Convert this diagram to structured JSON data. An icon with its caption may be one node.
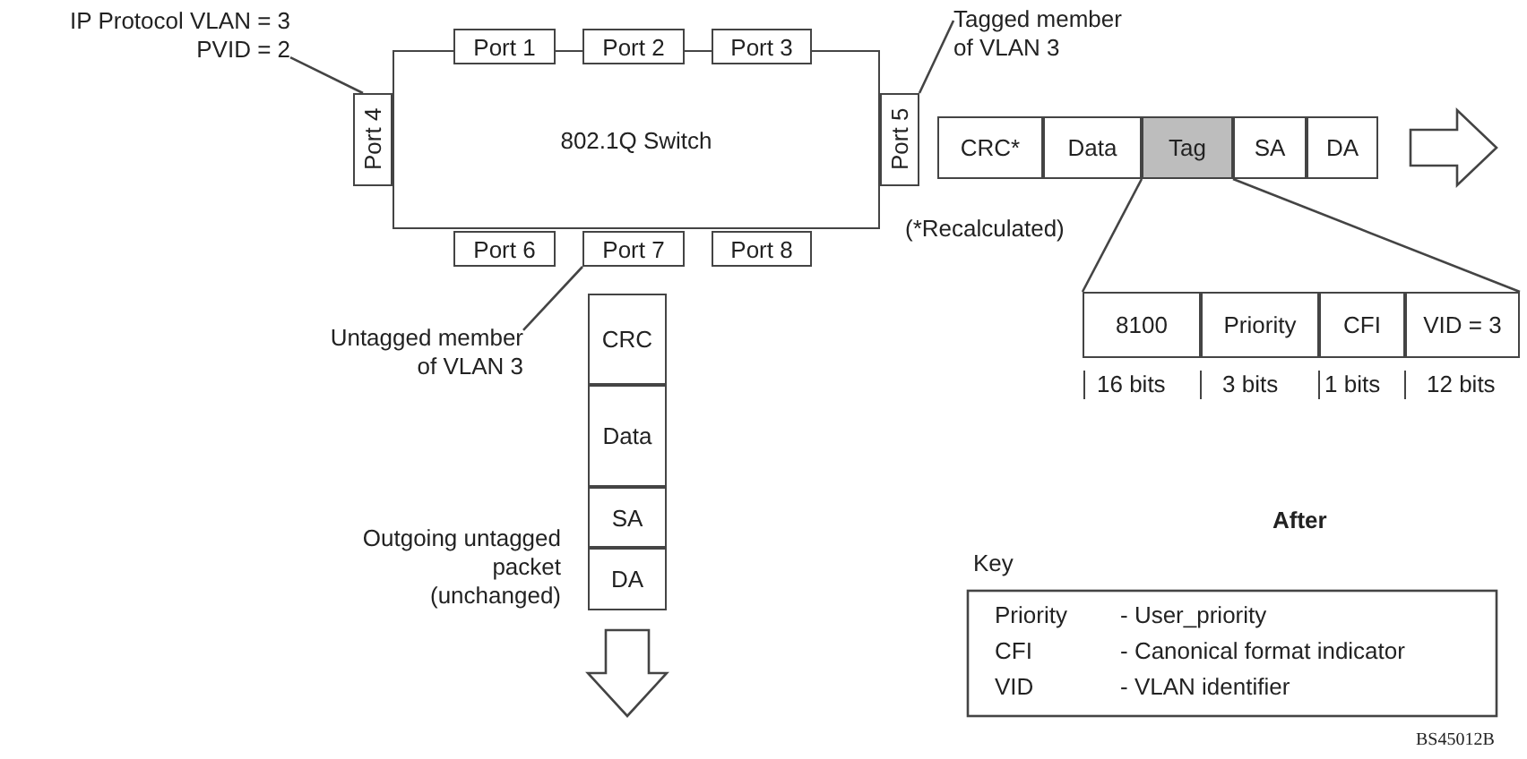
{
  "diagram": {
    "nodes": [
      {
        "text": [
          "802.1Q Switch"
        ]
      },
      {
        "text": [
          "Port 1"
        ]
      },
      {
        "text": [
          "Port 2"
        ]
      },
      {
        "text": [
          "Port 3"
        ]
      },
      {
        "text": [
          "Port 4"
        ]
      },
      {
        "text": [
          "Port 5"
        ]
      },
      {
        "text": [
          "Port 6"
        ]
      },
      {
        "text": [
          "Port 7"
        ]
      },
      {
        "text": [
          "Port 8"
        ]
      },
      {
        "text": [
          "IP Protocol VLAN = 3",
          "PVID = 2"
        ]
      },
      {
        "text": [
          "Tagged member of VLAN 3"
        ]
      },
      {
        "text": [
          "Untagged member of VLAN 3"
        ]
      },
      {
        "text": [
          "CRC*"
        ]
      },
      {
        "text": [
          "Data"
        ]
      },
      {
        "text": [
          "Tag"
        ]
      },
      {
        "text": [
          "SA"
        ]
      },
      {
        "text": [
          "DA"
        ]
      },
      {
        "text": [
          "8100"
        ]
      },
      {
        "text": [
          "Priority"
        ]
      },
      {
        "text": [
          "CFI"
        ]
      },
      {
        "text": [
          "VID = 3"
        ]
      },
      {
        "text": [
          "CRC"
        ]
      },
      {
        "text": [
          "Data"
        ]
      },
      {
        "text": [
          "SA"
        ]
      },
      {
        "text": [
          "DA"
        ]
      }
    ],
    "edges": [
      {
        "from": 9,
        "to": 4,
        "arrow": "none"
      },
      {
        "from": 10,
        "to": 5,
        "arrow": "none"
      },
      {
        "from": 11,
        "to": 7,
        "arrow": "none"
      },
      {
        "from": 14,
        "to": 17,
        "arrow": "none"
      },
      {
        "from": 14,
        "to": 20,
        "arrow": "none"
      },
      {
        "from": 16,
        "to": null,
        "arrow": "to"
      },
      {
        "from": 24,
        "to": null,
        "arrow": "to"
      }
    ],
    "labels": [
      "(*Recalculated)",
      "16 bits",
      "3 bits",
      "1 bits",
      "12 bits",
      "After",
      "Outgoing untagged packet (unchanged)",
      "Key",
      "Priority",
      "- User_priority",
      "CFI",
      "- Canonical format indicator",
      "VID",
      "- VLAN identifier",
      "BS45012B"
    ]
  }
}
